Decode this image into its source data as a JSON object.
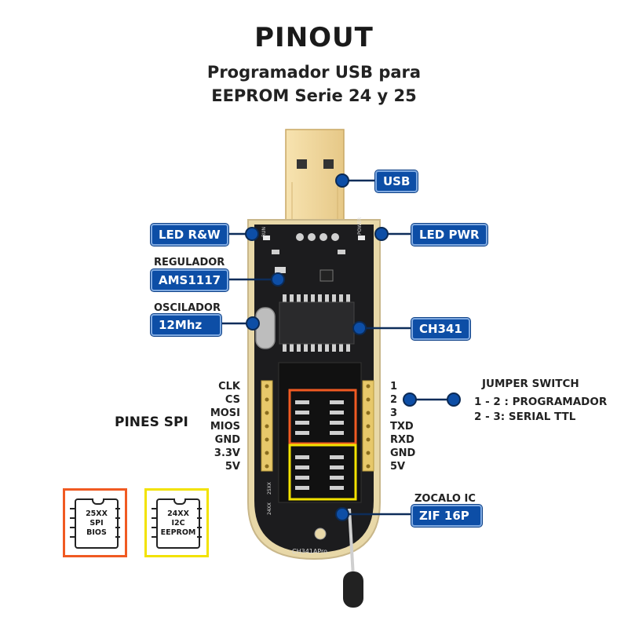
{
  "header": {
    "title": "PINOUT",
    "subtitle_line1": "Programador USB para",
    "subtitle_line2": "EEPROM Serie 24 y 25"
  },
  "callouts": {
    "usb": "USB",
    "led_rw": "LED R&W",
    "led_pwr": "LED PWR",
    "regulador_caption": "REGULADOR",
    "regulador": "AMS1117",
    "oscilador_caption": "OSCILADOR",
    "oscilador": "12Mhz",
    "ch341": "CH341",
    "zocalo_caption": "ZOCALO IC",
    "zocalo": "ZIF 16P"
  },
  "spi": {
    "label": "PINES SPI",
    "pins": [
      "CLK",
      "CS",
      "MOSI",
      "MIOS",
      "GND",
      "3.3V",
      "5V"
    ]
  },
  "serial": {
    "pins": [
      "1",
      "2",
      "3",
      "TXD",
      "RXD",
      "GND",
      "5V"
    ]
  },
  "jumper": {
    "title": "JUMPER SWITCH",
    "line1": "1 - 2 : PROGRAMADOR",
    "line2": "2 - 3: SERIAL TTL"
  },
  "legend": {
    "chip25": [
      "25XX",
      "SPI",
      "BIOS"
    ],
    "chip24": [
      "24XX",
      "I2C",
      "EEPROM"
    ],
    "chip25_color": "#f05a22",
    "chip24_color": "#f2e200"
  },
  "board": {
    "silk_bottom": "CH341APro",
    "silk_25": "25XX",
    "silk_24": "24XX",
    "silk_run": "RUN",
    "silk_power": "POWER"
  },
  "colors": {
    "tag_bg": "#0d4ea6",
    "pcb": "#1c1c1e",
    "board_edge": "#e8d8a8",
    "usb_metal": "#f0d79a"
  }
}
